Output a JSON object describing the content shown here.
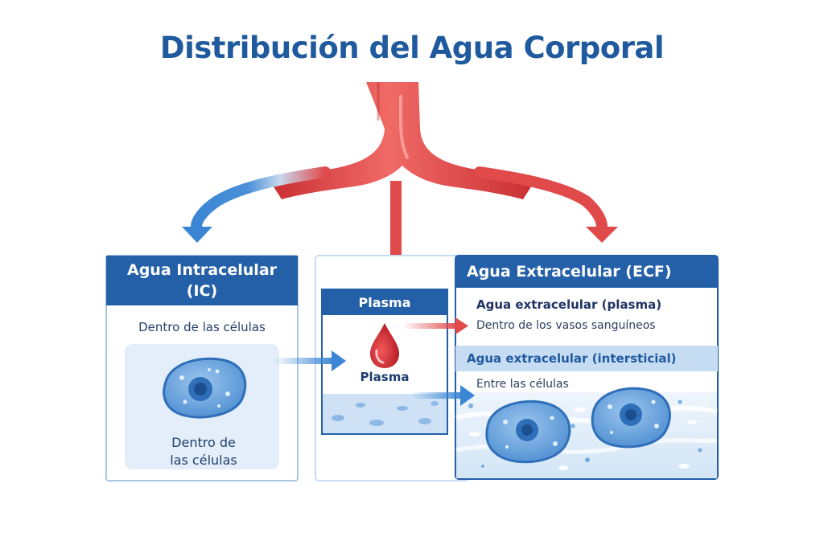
{
  "title": "Distribución del Agua Corporal",
  "colors": {
    "accent_blue": "#2460a8",
    "vessel_red": "#e04a4a",
    "arrow_blue": "#3a86d4",
    "light_blue": "#c6dcf3"
  },
  "intracellular": {
    "header": [
      "Agua Intracelular",
      "(IC)"
    ],
    "subtitle": "Dentro de las células",
    "cell_caption": [
      "Dentro de",
      "las células"
    ]
  },
  "plasma": {
    "header": "Plasma",
    "drop_label": "Plasma",
    "icon": "blood-drop-icon"
  },
  "extracellular": {
    "header": "Agua Extracelular (ECF)",
    "plasma_title": "Agua extracelular (plasma)",
    "plasma_sub": "Dentro de los vasos sanguíneos",
    "interstitial_title": "Agua extracelular (intersticial)",
    "interstitial_sub": "Entre las células"
  }
}
